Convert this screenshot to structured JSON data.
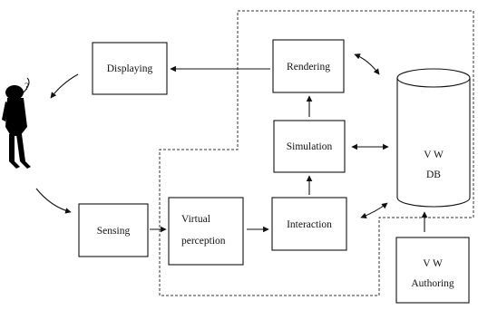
{
  "nodes": {
    "displaying": "Displaying",
    "rendering": "Rendering",
    "simulation": "Simulation",
    "interaction": "Interaction",
    "sensing": "Sensing",
    "virtual_perception_line1": "Virtual",
    "virtual_perception_line2": "perception",
    "vw_db_line1": "V   W",
    "vw_db_line2": "DB",
    "vw_authoring_line1": "V   W",
    "vw_authoring_line2": "Authoring"
  },
  "person_mark": "?"
}
